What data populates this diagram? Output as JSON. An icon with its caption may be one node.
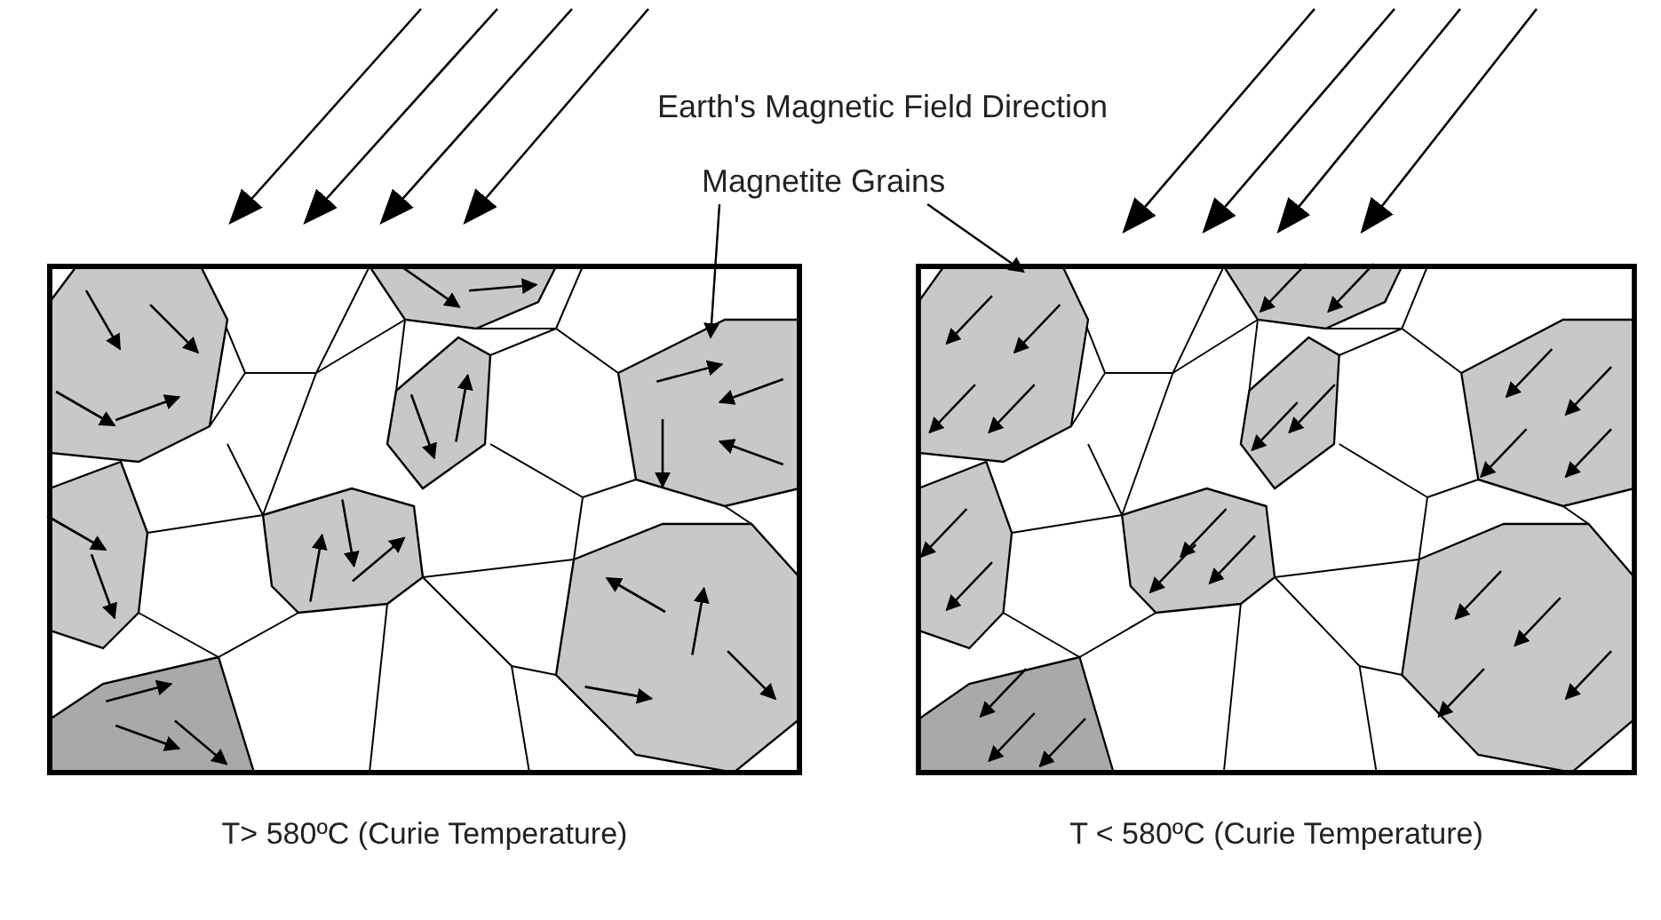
{
  "diagram": {
    "nodes": [
      {
        "text": [
          "Magnetite Grains"
        ]
      },
      {
        "text": [
          "T> 580ºC (Curie Temperature)"
        ]
      },
      {
        "text": [],
        "shape": "polygon",
        "in": 1
      },
      {
        "text": [
          "T < 580ºC (Curie Temperature)"
        ]
      },
      {
        "text": [],
        "shape": "polygon",
        "in": 3
      }
    ],
    "edges": [
      {
        "from": 0,
        "to": 2,
        "arrow": "to"
      },
      {
        "from": 0,
        "to": 4,
        "arrow": "to"
      }
    ],
    "labels": [
      "Earth's Magnetic Field Direction"
    ]
  }
}
